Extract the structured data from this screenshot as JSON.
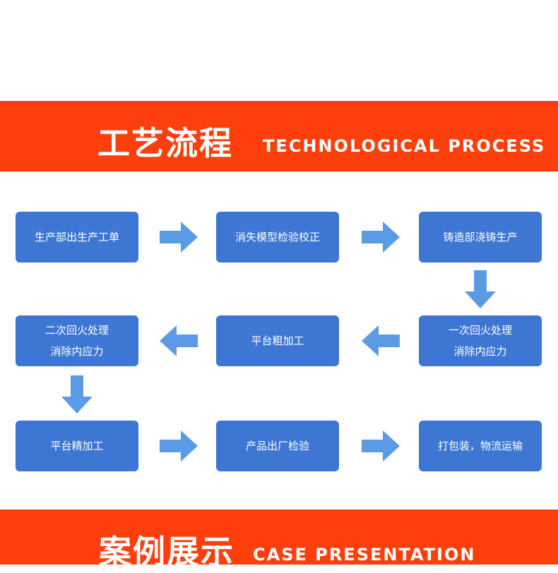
{
  "header": {
    "title_cn": "工艺流程",
    "title_en": "TECHNOLOGICAL PROCESS"
  },
  "steps": [
    {
      "line1": "生产部出生产工单",
      "line2": ""
    },
    {
      "line1": "消失模型检验校正",
      "line2": ""
    },
    {
      "line1": "铸造部浇铸生产",
      "line2": ""
    },
    {
      "line1": "一次回火处理",
      "line2": "消除内应力"
    },
    {
      "line1": "平台粗加工",
      "line2": ""
    },
    {
      "line1": "二次回火处理",
      "line2": "消除内应力"
    },
    {
      "line1": "平台精加工",
      "line2": ""
    },
    {
      "line1": "产品出厂检验",
      "line2": ""
    },
    {
      "line1": "打包装，物流运输",
      "line2": ""
    }
  ],
  "footer": {
    "title_cn": "案例展示",
    "title_en": "CASE PRESENTATION"
  },
  "colors": {
    "banner": "#fc3f0c",
    "box": "#3d77d3",
    "arrow": "#5b9be6"
  }
}
